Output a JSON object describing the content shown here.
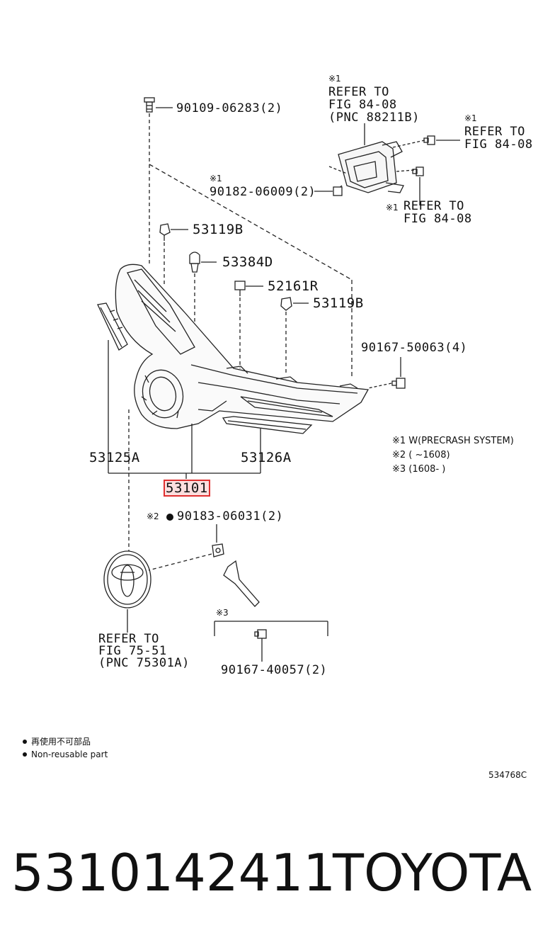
{
  "parts": {
    "p_90109": "90109-06283(2)",
    "p_90182": "90182-06009(2)",
    "p_53119B_a": "53119B",
    "p_53384D": "53384D",
    "p_52161R": "52161R",
    "p_53119B_b": "53119B",
    "p_90167_50063": "90167-50063(4)",
    "p_53125A": "53125A",
    "p_53126A": "53126A",
    "p_53101": "53101",
    "p_90183": "90183-06031(2)",
    "p_90167_40057": "90167-40057(2)"
  },
  "refs": {
    "mark1": "※1",
    "mark2": "※2",
    "mark3": "※3",
    "ref_top": [
      "REFER TO",
      "FIG 84-08",
      "(PNC 88211B)"
    ],
    "ref_right": [
      "REFER TO",
      "FIG 84-08"
    ],
    "ref_mid": [
      "REFER TO",
      "FIG 84-08"
    ],
    "ref_emblem": [
      "REFER TO",
      "FIG 75-51",
      "(PNC 75301A)"
    ]
  },
  "legend": {
    "n1": "※1 W(PRECRASH SYSTEM)",
    "n2": "※2 (      ~1608)",
    "n3": "※3 (1608-      )"
  },
  "notes": {
    "jp": "再使用不可部品",
    "en": "Non-reusable part"
  },
  "diagram_id": "534768C",
  "footer": {
    "part_number": "5310142411",
    "brand": "TOYOTA"
  }
}
